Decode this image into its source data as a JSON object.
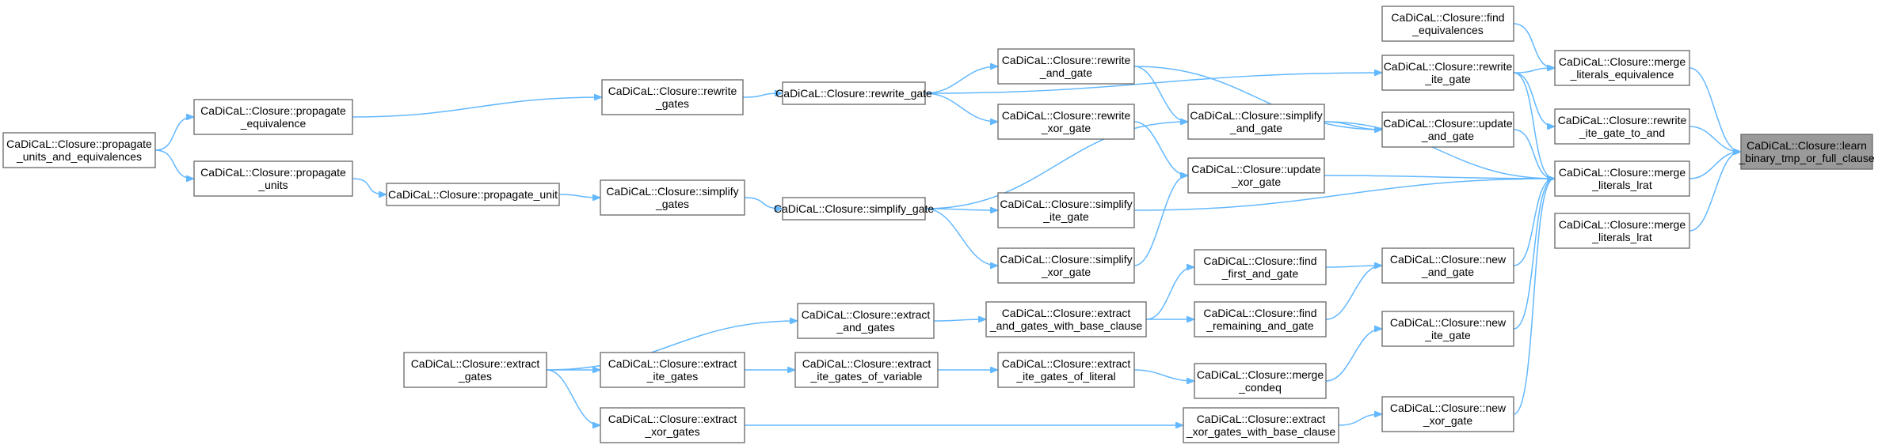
{
  "nodes": [
    {
      "id": "n0",
      "lines": [
        "CaDiCaL::Closure::learn",
        "_binary_tmp_or_full_clause"
      ],
      "root": true
    },
    {
      "id": "n1",
      "lines": [
        "CaDiCaL::Closure::find",
        "_equivalences"
      ]
    },
    {
      "id": "n2",
      "lines": [
        "CaDiCaL::Closure::merge",
        "_literals_equivalence"
      ]
    },
    {
      "id": "n3",
      "lines": [
        "CaDiCaL::Closure::rewrite",
        "_ite_gate"
      ]
    },
    {
      "id": "n4",
      "lines": [
        "CaDiCaL::Closure::rewrite",
        "_ite_gate_to_and"
      ]
    },
    {
      "id": "n5",
      "lines": [
        "CaDiCaL::Closure::merge",
        "_literals_lrat"
      ]
    },
    {
      "id": "n6",
      "lines": [
        "CaDiCaL::Closure::merge",
        "_literals_lrat"
      ]
    },
    {
      "id": "n7",
      "lines": [
        "CaDiCaL::Closure::rewrite",
        "_and_gate"
      ]
    },
    {
      "id": "n8",
      "lines": [
        "CaDiCaL::Closure::rewrite",
        "_xor_gate"
      ]
    },
    {
      "id": "n9",
      "lines": [
        "CaDiCaL::Closure::simplify",
        "_and_gate"
      ]
    },
    {
      "id": "n10",
      "lines": [
        "CaDiCaL::Closure::update",
        "_and_gate"
      ]
    },
    {
      "id": "n11",
      "lines": [
        "CaDiCaL::Closure::update",
        "_xor_gate"
      ]
    },
    {
      "id": "n12",
      "lines": [
        "CaDiCaL::Closure::simplify",
        "_ite_gate"
      ]
    },
    {
      "id": "n13",
      "lines": [
        "CaDiCaL::Closure::simplify",
        "_xor_gate"
      ]
    },
    {
      "id": "n14",
      "lines": [
        "CaDiCaL::Closure::new",
        "_and_gate"
      ]
    },
    {
      "id": "n15",
      "lines": [
        "CaDiCaL::Closure::find",
        "_first_and_gate"
      ]
    },
    {
      "id": "n16",
      "lines": [
        "CaDiCaL::Closure::find",
        "_remaining_and_gate"
      ]
    },
    {
      "id": "n17",
      "lines": [
        "CaDiCaL::Closure::extract",
        "_and_gates_with_base_clause"
      ]
    },
    {
      "id": "n18",
      "lines": [
        "CaDiCaL::Closure::new",
        "_ite_gate"
      ]
    },
    {
      "id": "n19",
      "lines": [
        "CaDiCaL::Closure::merge",
        "_condeq"
      ]
    },
    {
      "id": "n20",
      "lines": [
        "CaDiCaL::Closure::extract",
        "_ite_gates_of_literal"
      ]
    },
    {
      "id": "n21",
      "lines": [
        "CaDiCaL::Closure::new",
        "_xor_gate"
      ]
    },
    {
      "id": "n22",
      "lines": [
        "CaDiCaL::Closure::extract",
        "_xor_gates_with_base_clause"
      ]
    },
    {
      "id": "n23",
      "lines": [
        "CaDiCaL::Closure::rewrite_gate"
      ]
    },
    {
      "id": "n24",
      "lines": [
        "CaDiCaL::Closure::simplify_gate"
      ]
    },
    {
      "id": "n25",
      "lines": [
        "CaDiCaL::Closure::rewrite",
        "_gates"
      ]
    },
    {
      "id": "n26",
      "lines": [
        "CaDiCaL::Closure::simplify",
        "_gates"
      ]
    },
    {
      "id": "n27",
      "lines": [
        "CaDiCaL::Closure::propagate",
        "_equivalence"
      ]
    },
    {
      "id": "n28",
      "lines": [
        "CaDiCaL::Closure::propagate_unit"
      ]
    },
    {
      "id": "n29",
      "lines": [
        "CaDiCaL::Closure::propagate",
        "_units"
      ]
    },
    {
      "id": "n30",
      "lines": [
        "CaDiCaL::Closure::propagate",
        "_units_and_equivalences"
      ]
    },
    {
      "id": "n31",
      "lines": [
        "CaDiCaL::Closure::extract",
        "_and_gates"
      ]
    },
    {
      "id": "n32",
      "lines": [
        "CaDiCaL::Closure::extract",
        "_ite_gates_of_variable"
      ]
    },
    {
      "id": "n33",
      "lines": [
        "CaDiCaL::Closure::extract",
        "_ite_gates"
      ]
    },
    {
      "id": "n34",
      "lines": [
        "CaDiCaL::Closure::extract",
        "_gates"
      ]
    },
    {
      "id": "n35",
      "lines": [
        "CaDiCaL::Closure::extract",
        "_xor_gates"
      ]
    }
  ],
  "edges": [
    [
      "n2",
      "n0"
    ],
    [
      "n4",
      "n0"
    ],
    [
      "n5",
      "n0"
    ],
    [
      "n6",
      "n0"
    ],
    [
      "n1",
      "n2"
    ],
    [
      "n3",
      "n2"
    ],
    [
      "n23",
      "n3"
    ],
    [
      "n3",
      "n4"
    ],
    [
      "n3",
      "n5"
    ],
    [
      "n9",
      "n5"
    ],
    [
      "n10",
      "n5"
    ],
    [
      "n11",
      "n5"
    ],
    [
      "n12",
      "n5"
    ],
    [
      "n14",
      "n5"
    ],
    [
      "n18",
      "n5"
    ],
    [
      "n21",
      "n5"
    ],
    [
      "n23",
      "n7"
    ],
    [
      "n23",
      "n8"
    ],
    [
      "n7",
      "n9"
    ],
    [
      "n24",
      "n9"
    ],
    [
      "n7",
      "n10"
    ],
    [
      "n9",
      "n10"
    ],
    [
      "n8",
      "n11"
    ],
    [
      "n13",
      "n11"
    ],
    [
      "n24",
      "n12"
    ],
    [
      "n24",
      "n13"
    ],
    [
      "n15",
      "n14"
    ],
    [
      "n16",
      "n14"
    ],
    [
      "n17",
      "n15"
    ],
    [
      "n17",
      "n16"
    ],
    [
      "n31",
      "n17"
    ],
    [
      "n19",
      "n18"
    ],
    [
      "n20",
      "n19"
    ],
    [
      "n32",
      "n20"
    ],
    [
      "n22",
      "n21"
    ],
    [
      "n35",
      "n22"
    ],
    [
      "n25",
      "n23"
    ],
    [
      "n26",
      "n24"
    ],
    [
      "n27",
      "n25"
    ],
    [
      "n28",
      "n26"
    ],
    [
      "n29",
      "n28"
    ],
    [
      "n30",
      "n27"
    ],
    [
      "n30",
      "n29"
    ],
    [
      "n34",
      "n31"
    ],
    [
      "n34",
      "n33"
    ],
    [
      "n34",
      "n35"
    ],
    [
      "n33",
      "n32"
    ]
  ],
  "colors": {
    "edge": "#63b8ff",
    "node_border": "#666666",
    "root_fill": "#9a9a9a",
    "node_fill": "#ffffff"
  }
}
